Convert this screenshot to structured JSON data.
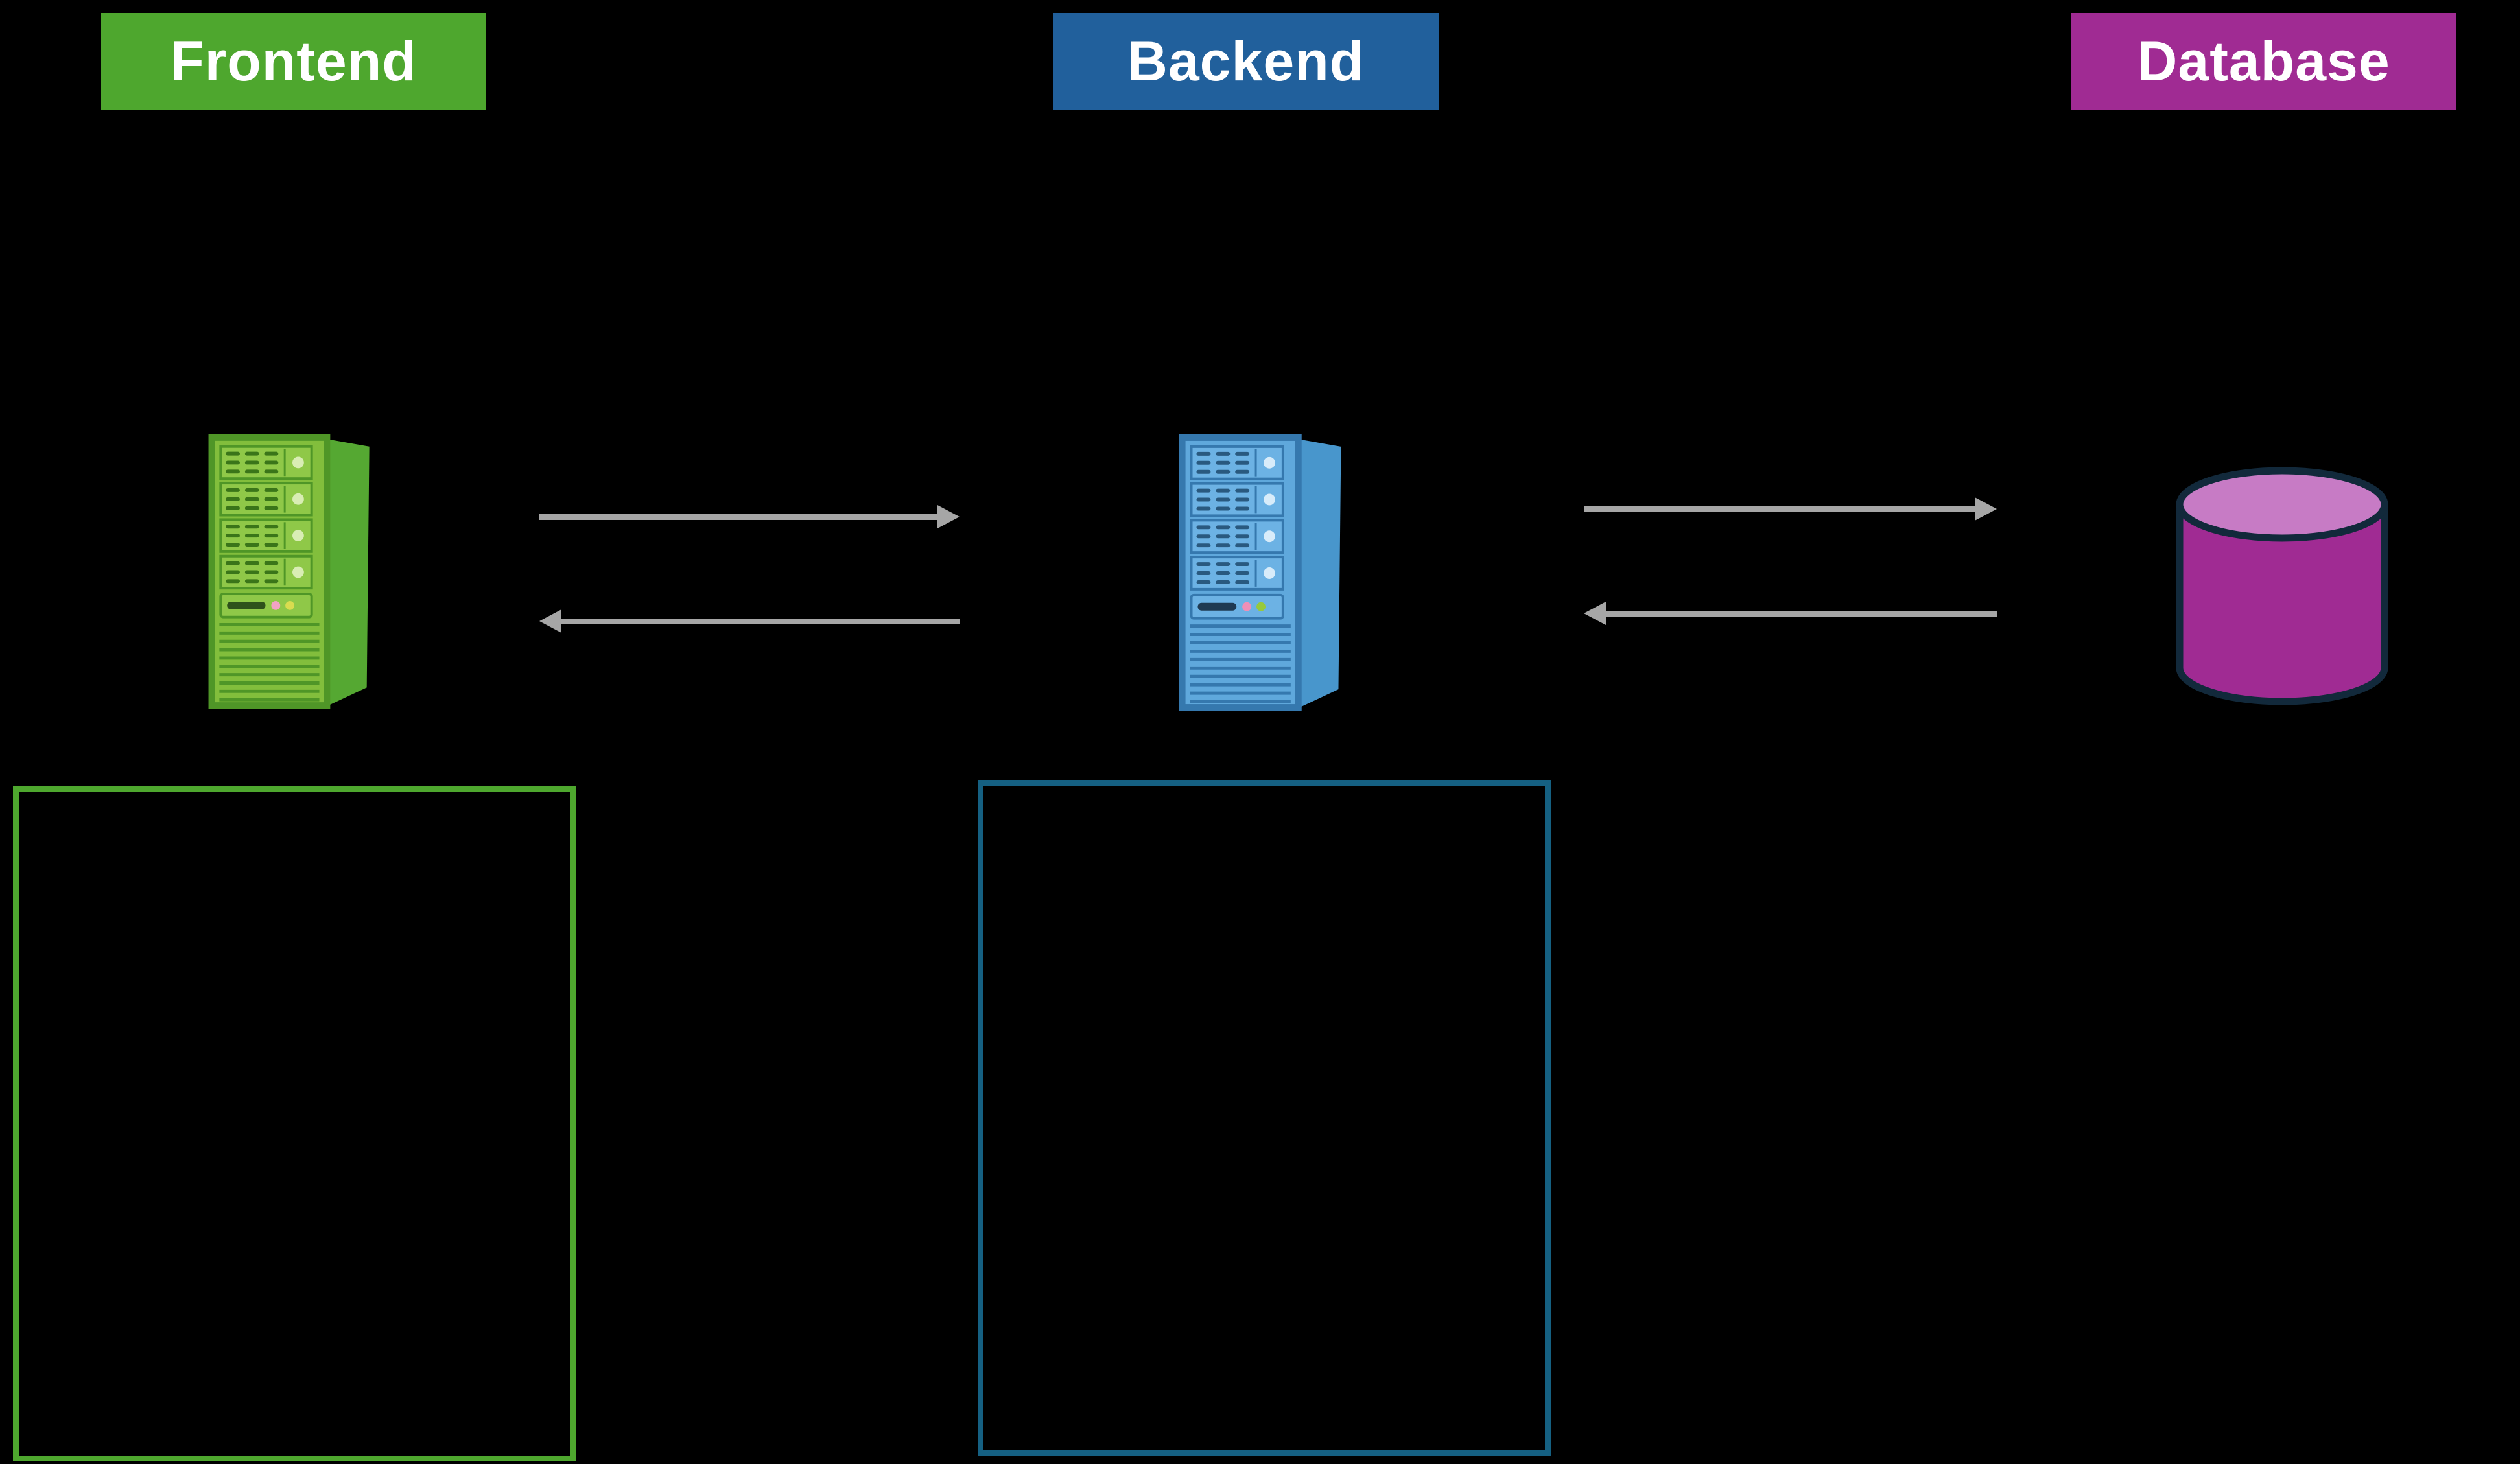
{
  "diagram": {
    "background_color": "#000000",
    "header_text_color": "#FFFFFF",
    "arrow_color": "#A6A6A6",
    "tiers": [
      {
        "label": "Frontend",
        "header_color": "#4EA72E",
        "icon": "server-tower-green"
      },
      {
        "label": "Backend",
        "header_color": "#21609C",
        "icon": "server-tower-blue"
      },
      {
        "label": "Database",
        "header_color": "#A02B93",
        "icon": "database-cylinder-magenta"
      }
    ],
    "icons": {
      "server_tower_green": {
        "front": "#82BE3C",
        "side": "#55A832",
        "frame": "#4F9627",
        "details": "#3A7519",
        "buttons": "#D9EDB4",
        "led_pink": "#F2A3C4",
        "led_yellow": "#D9DC4F"
      },
      "server_tower_blue": {
        "front": "#5FA8DC",
        "side": "#4896CC",
        "frame": "#3578AE",
        "details": "#29597F",
        "buttons": "#D8ECFA",
        "led_pink": "#EF8FB7",
        "led_green": "#97C93D"
      },
      "database_cylinder": {
        "body": "#A02B93",
        "top": "#C77BC5",
        "outline": "#12293B"
      }
    },
    "connections": [
      {
        "from": "Frontend",
        "to": "Backend",
        "direction": "right"
      },
      {
        "from": "Backend",
        "to": "Frontend",
        "direction": "left"
      },
      {
        "from": "Backend",
        "to": "Database",
        "direction": "right"
      },
      {
        "from": "Database",
        "to": "Backend",
        "direction": "left"
      }
    ],
    "panels": [
      {
        "tier": "Frontend",
        "border_color": "#4EA72E",
        "content": ""
      },
      {
        "tier": "Backend",
        "border_color": "#156082",
        "content": ""
      }
    ]
  }
}
